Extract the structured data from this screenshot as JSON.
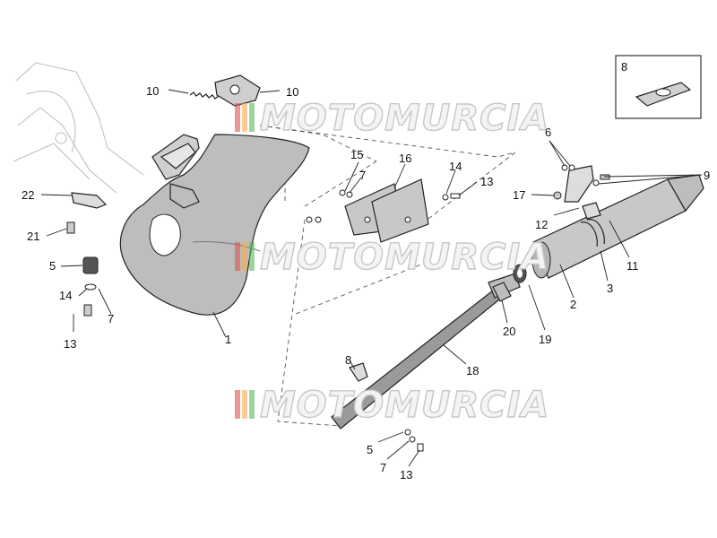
{
  "watermark": {
    "text": "MOTOMURCIA",
    "colors": [
      "#d9534f",
      "#f0ad4e",
      "#5cb85c"
    ]
  },
  "callouts": {
    "n1": "1",
    "n2": "2",
    "n3": "3",
    "n5a": "5",
    "n5b": "5",
    "n6": "6",
    "n7a": "7",
    "n7b": "7",
    "n7c": "7",
    "n8a": "8",
    "n8b": "8",
    "n9": "9",
    "n10a": "10",
    "n10b": "10",
    "n11": "11",
    "n12": "12",
    "n13a": "13",
    "n13b": "13",
    "n13c": "13",
    "n14a": "14",
    "n14b": "14",
    "n15": "15",
    "n16": "16",
    "n17": "17",
    "n18": "18",
    "n19": "19",
    "n20": "20",
    "n21": "21",
    "n22": "22"
  }
}
